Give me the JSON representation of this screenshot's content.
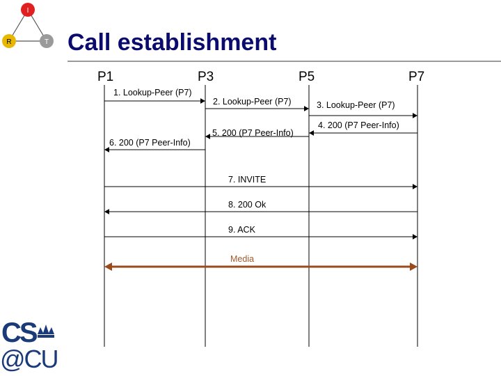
{
  "slide": {
    "title": "Call establishment"
  },
  "logo_top": {
    "nodes": [
      "I",
      "R",
      "T"
    ],
    "colors": {
      "I": "#e02020",
      "R": "#e8b800",
      "T": "#9a9a9a"
    }
  },
  "logo_bottom": {
    "line1": "CS",
    "line2": "@CU",
    "color": "#1a3a7a"
  },
  "peers": [
    "P1",
    "P3",
    "P5",
    "P7"
  ],
  "messages": [
    {
      "label": "1. Lookup-Peer (P7)",
      "from": "P1",
      "to": "P3"
    },
    {
      "label": "2. Lookup-Peer (P7)",
      "from": "P3",
      "to": "P5"
    },
    {
      "label": "3. Lookup-Peer (P7)",
      "from": "P5",
      "to": "P7"
    },
    {
      "label": "4. 200 (P7 Peer-Info)",
      "from": "P7",
      "to": "P5"
    },
    {
      "label": "5. 200 (P7 Peer-Info)",
      "from": "P5",
      "to": "P3"
    },
    {
      "label": "6. 200 (P7 Peer-Info)",
      "from": "P3",
      "to": "P1"
    },
    {
      "label": "7. INVITE",
      "from": "P1",
      "to": "P7"
    },
    {
      "label": "8. 200 Ok",
      "from": "P7",
      "to": "P1"
    },
    {
      "label": "9. ACK",
      "from": "P1",
      "to": "P7"
    }
  ],
  "media": {
    "label": "Media",
    "color": "#9b4a1c",
    "label_color": "#a05a2a"
  }
}
